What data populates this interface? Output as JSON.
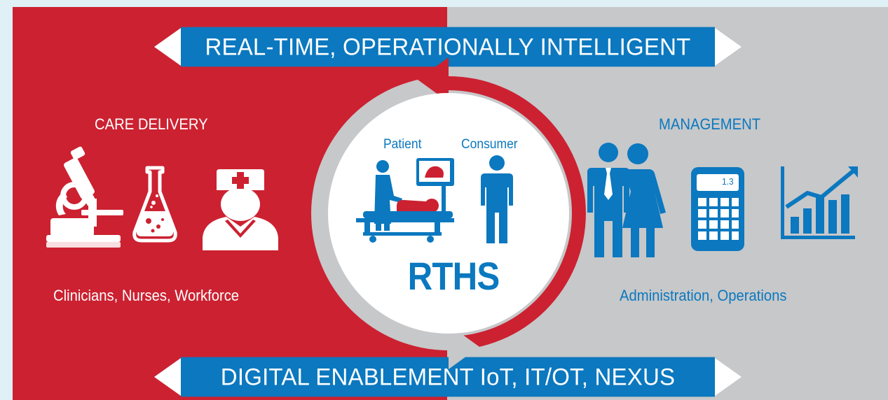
{
  "banners": {
    "top": "REAL-TIME, OPERATIONALLY INTELLIGENT",
    "bottom": "DIGITAL ENABLEMENT IoT, IT/OT, NEXUS"
  },
  "left_panel": {
    "title": "CARE DELIVERY",
    "caption": "Clinicians, Nurses, Workforce",
    "icons": [
      "microscope-icon",
      "flask-icon",
      "nurse-icon"
    ]
  },
  "right_panel": {
    "title": "MANAGEMENT",
    "caption": "Administration, Operations",
    "icons": [
      "business-people-icon",
      "calculator-icon",
      "growth-chart-icon"
    ],
    "calculator_display": "1.3"
  },
  "center": {
    "title": "RTHS",
    "patient_label": "Patient",
    "consumer_label": "Consumer"
  },
  "colors": {
    "red": "#cc2131",
    "gray": "#c7c8ca",
    "blue": "#0b78bf",
    "white": "#ffffff",
    "background": "#dff1f6"
  }
}
